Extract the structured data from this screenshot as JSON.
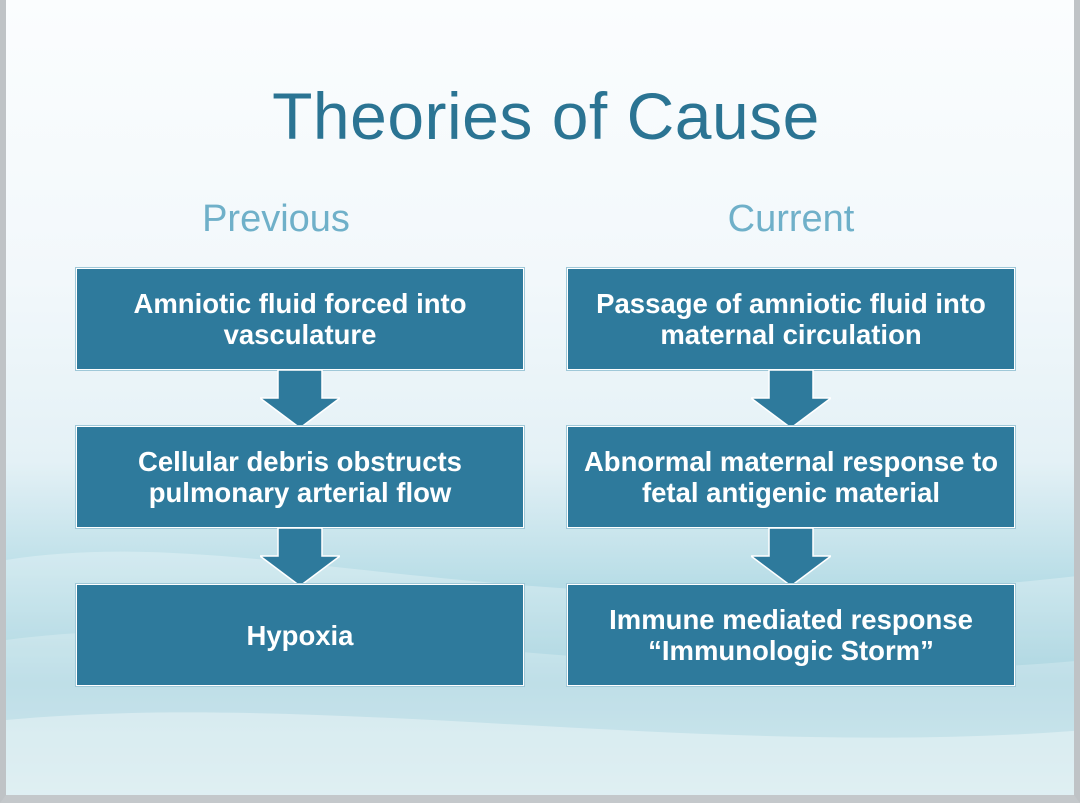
{
  "title": "Theories of Cause",
  "columns": [
    {
      "heading": "Previous",
      "steps": [
        "Amniotic fluid forced into vasculature",
        "Cellular debris obstructs pulmonary arterial flow",
        "Hypoxia"
      ]
    },
    {
      "heading": "Current",
      "steps": [
        "Passage of amniotic fluid into maternal circulation",
        "Abnormal maternal response to fetal antigenic material",
        "Immune mediated response “Immunologic Storm”"
      ]
    }
  ],
  "colors": {
    "box_fill": "#2e7a9c",
    "box_text": "#ffffff",
    "title": "#2b7493",
    "column_heading": "#6fb0c9"
  }
}
